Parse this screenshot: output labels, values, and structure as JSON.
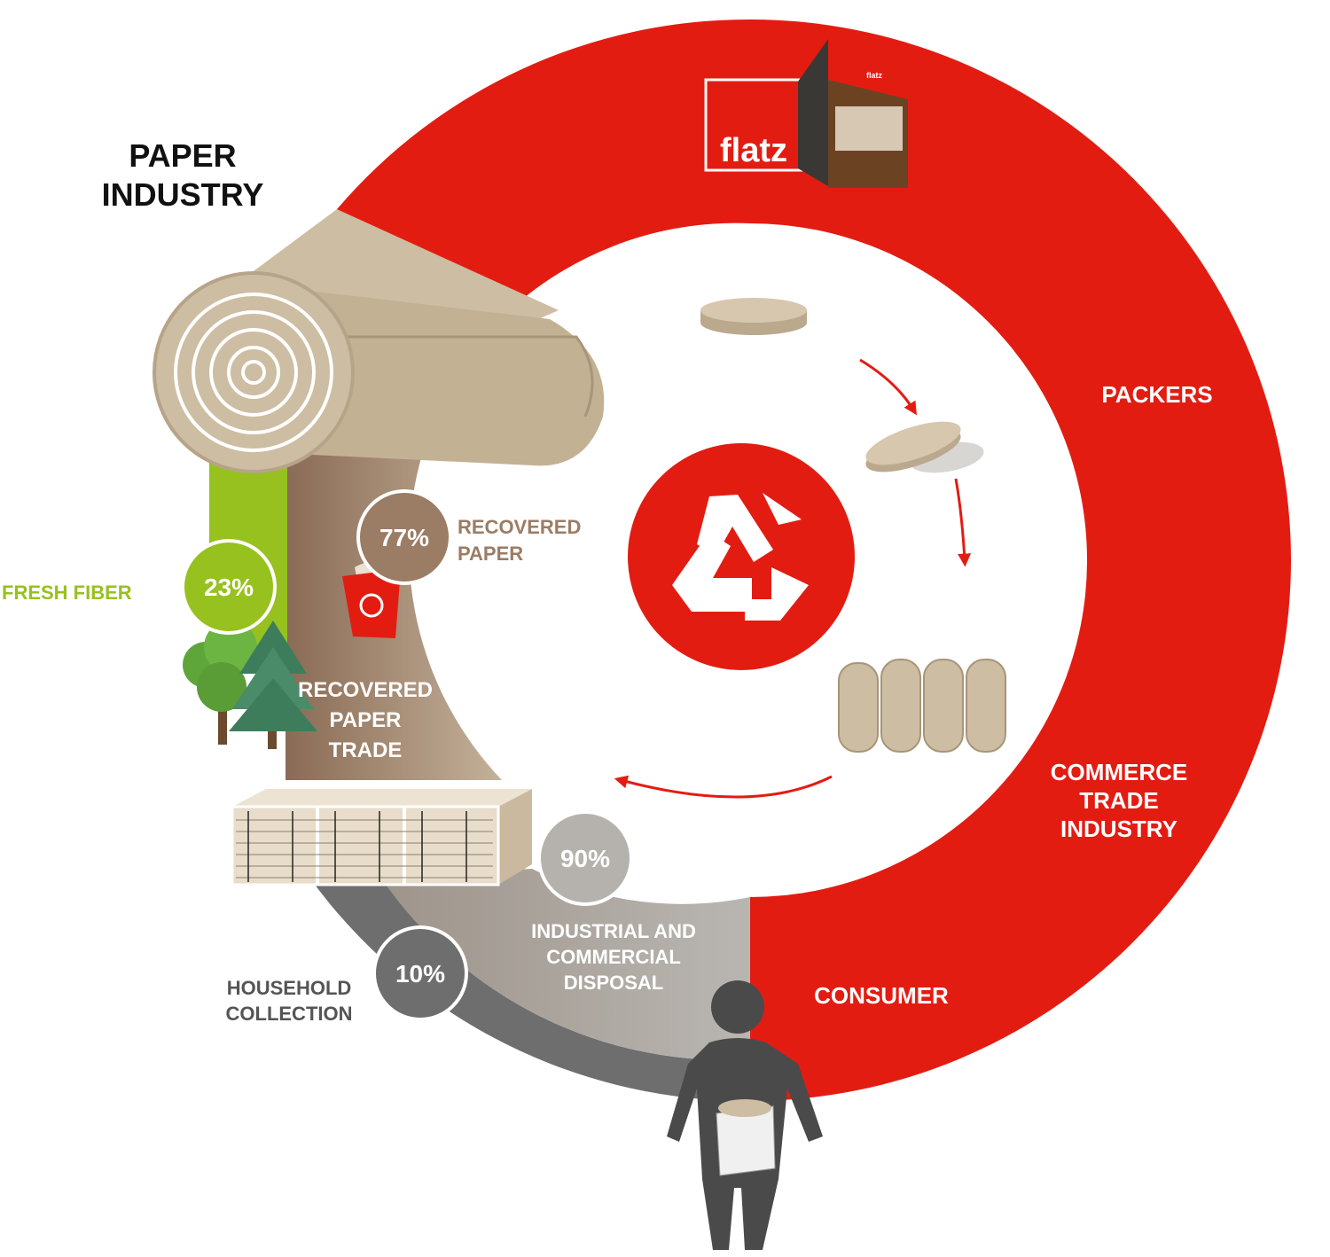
{
  "title": [
    "PAPER",
    "INDUSTRY"
  ],
  "brand": {
    "logo_text": "flatz",
    "building_sign": "flatz"
  },
  "stages": {
    "packers": "PACKERS",
    "commerce": [
      "COMMERCE",
      "TRADE",
      "INDUSTRY"
    ],
    "consumer": "CONSUMER",
    "industrial_disposal": [
      "INDUSTRIAL AND",
      "COMMERCIAL",
      "DISPOSAL"
    ],
    "household_collection": [
      "HOUSEHOLD",
      "COLLECTION"
    ],
    "recovered_paper_trade": [
      "RECOVERED",
      "PAPER",
      "TRADE"
    ],
    "recovered_paper": [
      "RECOVERED",
      "PAPER"
    ],
    "fresh_fiber": "FRESH FIBER"
  },
  "badges": {
    "recovered_paper": "77%",
    "fresh_fiber": "23%",
    "industrial": "90%",
    "household": "10%"
  },
  "colors": {
    "red": "#e31c12",
    "green": "#97c11f",
    "brown": "#9b7c64",
    "paper": "#c9b79c",
    "grey_light": "#b5b2ae",
    "grey_dark": "#6e6e6e",
    "person": "#4a4a4a"
  }
}
